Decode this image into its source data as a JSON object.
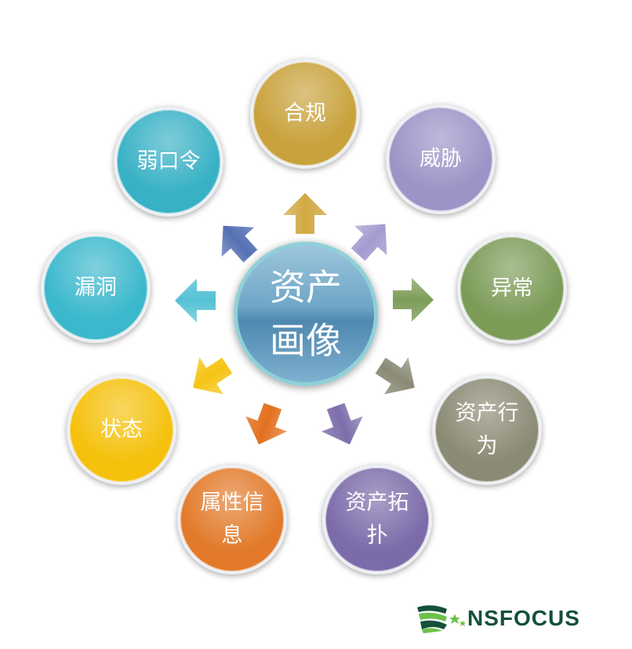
{
  "center": {
    "label": "资产画像",
    "color": "#5a93b9"
  },
  "nodes": [
    {
      "label": "合规",
      "color": "#c9a23c"
    },
    {
      "label": "威胁",
      "color": "#9d93c6"
    },
    {
      "label": "异常",
      "color": "#7b9b57"
    },
    {
      "label": "资产行为",
      "color": "#8b8a74"
    },
    {
      "label": "资产拓扑",
      "color": "#7b6ba9"
    },
    {
      "label": "属性信息",
      "color": "#e27a2a"
    },
    {
      "label": "状态",
      "color": "#f5c10c"
    },
    {
      "label": "漏洞",
      "color": "#3bb8cc"
    },
    {
      "label": "弱口令",
      "color": "#38b1c5"
    }
  ],
  "arrows": [
    {
      "target": "合规",
      "color": "#d1a842"
    },
    {
      "target": "威胁",
      "color": "#a49bd0"
    },
    {
      "target": "异常",
      "color": "#7d9d58"
    },
    {
      "target": "资产行为",
      "color": "#8a8a76"
    },
    {
      "target": "资产拓扑",
      "color": "#7d6daa"
    },
    {
      "target": "属性信息",
      "color": "#e2701e"
    },
    {
      "target": "状态",
      "color": "#f6c414"
    },
    {
      "target": "漏洞",
      "color": "#55c2d4"
    },
    {
      "target": "弱口令",
      "color": "#5570b3"
    }
  ],
  "logo": {
    "text": "NSFOCUS"
  }
}
